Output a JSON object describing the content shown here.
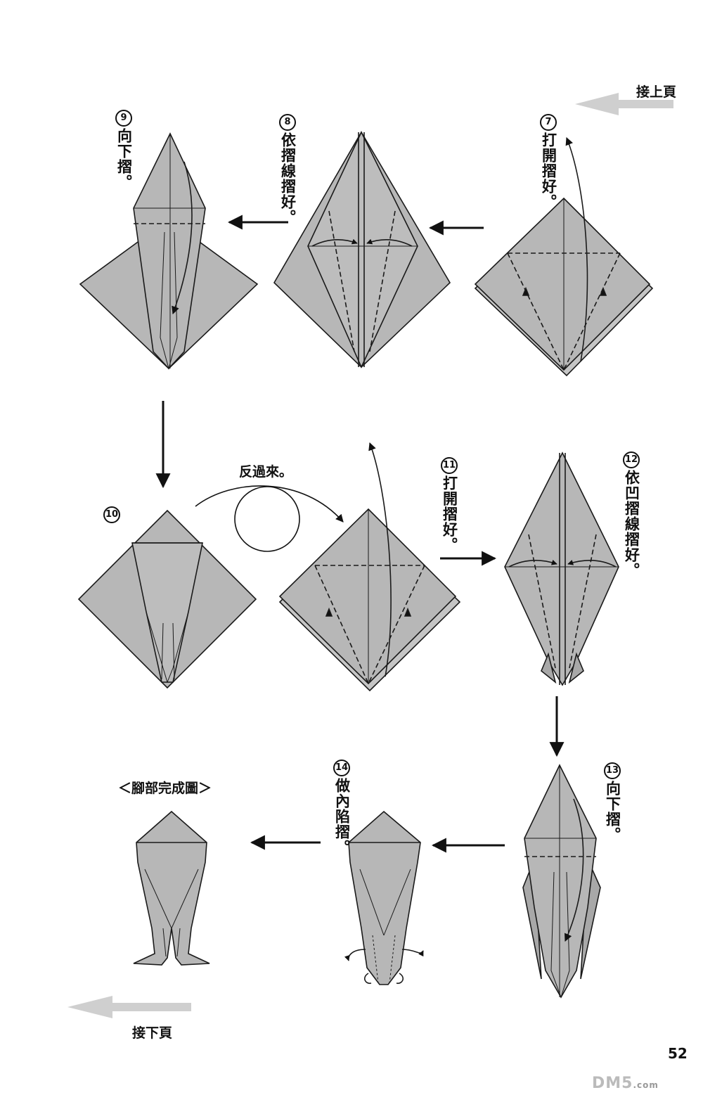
{
  "nav": {
    "continue_from_prev": "接上頁",
    "continue_to_next": "接下頁"
  },
  "steps": [
    {
      "num": "7",
      "text": "打開摺好。"
    },
    {
      "num": "8",
      "text": "依摺線摺好。"
    },
    {
      "num": "9",
      "text": "向下摺。"
    },
    {
      "num": "10",
      "text": ""
    },
    {
      "num": "11",
      "text": "打開摺好。"
    },
    {
      "num": "12",
      "text": "依凹摺線摺好。"
    },
    {
      "num": "13",
      "text": "向下摺。"
    },
    {
      "num": "14",
      "text": "做內陷摺。"
    }
  ],
  "flip_text": "反過來。",
  "finished_label": "＜腳部完成圖＞",
  "page_number": "52",
  "watermark": {
    "main": "DM5",
    "suffix": ".com"
  },
  "colors": {
    "paper": "#b7b7b7",
    "line": "#1a1a1a",
    "nav_arrow": "#cfcfcf"
  }
}
